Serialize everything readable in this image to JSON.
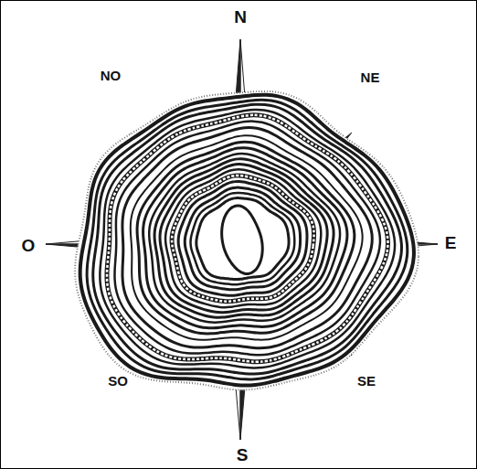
{
  "diagram": {
    "labels": [
      "N",
      "NE",
      "E",
      "SE",
      "S",
      "SO",
      "O",
      "NO"
    ]
  }
}
